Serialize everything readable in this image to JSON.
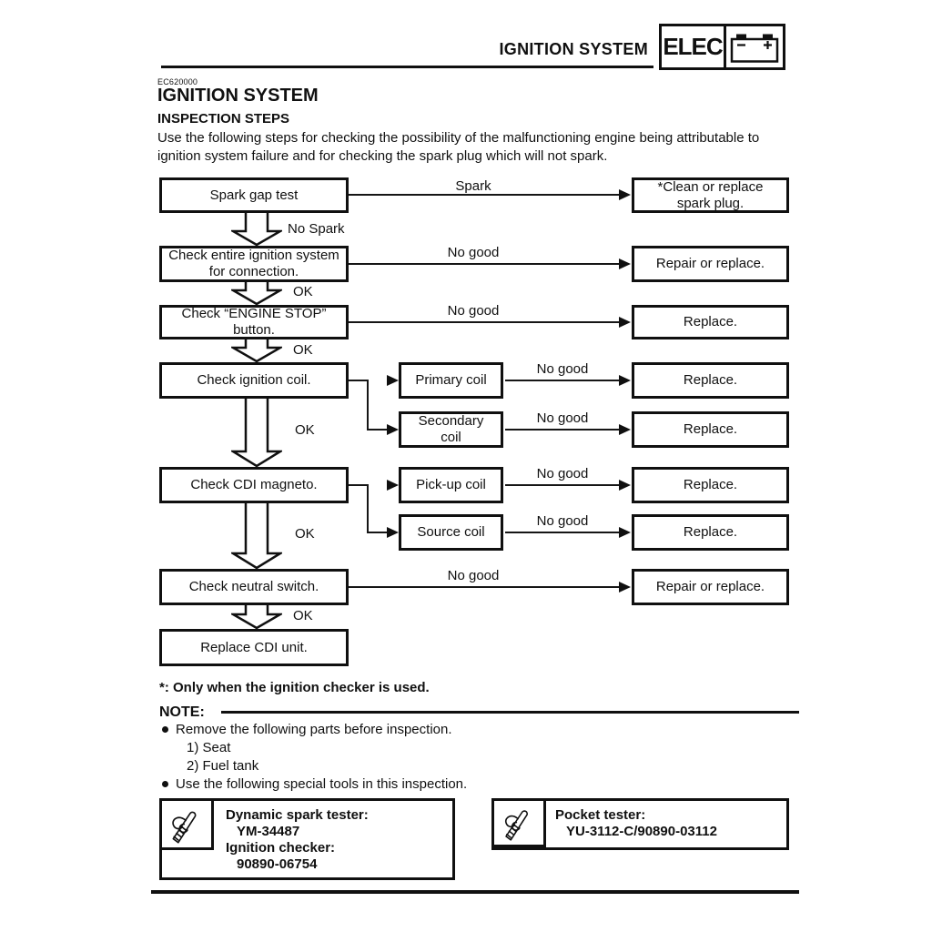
{
  "header": {
    "title": "IGNITION SYSTEM",
    "badge": "ELEC"
  },
  "doc": {
    "code": "EC620000",
    "title": "IGNITION SYSTEM",
    "subtitle": "INSPECTION STEPS",
    "intro_l1": "Use the following steps for checking the possibility of the malfunctioning engine being attributable to",
    "intro_l2": "ignition system failure and for checking the spark plug which will not spark."
  },
  "flow": {
    "labels": {
      "spark": "Spark",
      "no_spark": "No Spark",
      "no_good": "No good",
      "ok": "OK"
    },
    "steps": {
      "spark_gap_test": "Spark gap test",
      "check_connection": "Check entire ignition system for connection.",
      "check_engine_stop": "Check “ENGINE STOP” button.",
      "check_ignition_coil": "Check ignition coil.",
      "primary_coil": "Primary coil",
      "secondary_coil": "Secondary coil",
      "check_cdi_magneto": "Check CDI magneto.",
      "pickup_coil": "Pick-up coil",
      "source_coil": "Source coil",
      "check_neutral_switch": "Check neutral switch.",
      "replace_cdi_unit": "Replace CDI unit."
    },
    "results": {
      "clean_or_replace": "*Clean or replace spark plug.",
      "repair_or_replace": "Repair or replace.",
      "replace": "Replace."
    }
  },
  "notes": {
    "footnote": "*: Only when the ignition checker is used.",
    "note_label": "NOTE:",
    "bullet_1": "Remove the following parts before inspection.",
    "item_1": "1) Seat",
    "item_2": "2) Fuel tank",
    "bullet_2": "Use the following special tools in this inspection."
  },
  "tools": {
    "dynamic": {
      "l1": "Dynamic spark tester:",
      "l2": "YM-34487",
      "l3": "Ignition checker:",
      "l4": "90890-06754"
    },
    "pocket": {
      "l1": "Pocket tester:",
      "l2": "YU-3112-C/90890-03112"
    }
  },
  "colors": {
    "ink": "#101010",
    "paper": "#ffffff"
  }
}
